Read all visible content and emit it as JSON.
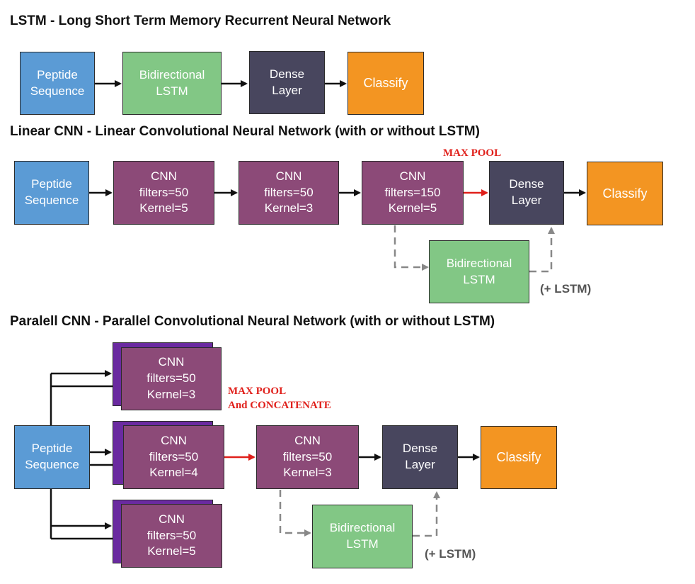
{
  "sections": {
    "lstm": {
      "title": "LSTM - Long Short Term Memory Recurrent Neural Network",
      "peptide": [
        "Peptide",
        "Sequence"
      ],
      "bilstm": [
        "Bidirectional",
        "LSTM"
      ],
      "dense": [
        "Dense",
        "Layer"
      ],
      "classify": "Classify"
    },
    "linear": {
      "title": "Linear CNN - Linear Convolutional Neural Network (with or without LSTM)",
      "peptide": [
        "Peptide",
        "Sequence"
      ],
      "cnn1": [
        "CNN",
        "filters=50",
        "Kernel=5"
      ],
      "cnn2": [
        "CNN",
        "filters=50",
        "Kernel=3"
      ],
      "cnn3": [
        "CNN",
        "filters=150",
        "Kernel=5"
      ],
      "maxpool": "MAX POOL",
      "dense": [
        "Dense",
        "Layer"
      ],
      "classify": "Classify",
      "bilstm": [
        "Bidirectional",
        "LSTM"
      ],
      "plus_lstm": "(+ LSTM)"
    },
    "parallel": {
      "title": "Paralell CNN - Parallel Convolutional Neural Network (with or without LSTM)",
      "peptide": [
        "Peptide",
        "Sequence"
      ],
      "cnn_a": [
        "CNN",
        "filters=50",
        "Kernel=3"
      ],
      "cnn_b": [
        "CNN",
        "filters=50",
        "Kernel=4"
      ],
      "cnn_c": [
        "CNN",
        "filters=50",
        "Kernel=5"
      ],
      "maxpool": [
        "MAX POOL",
        "And CONCATENATE"
      ],
      "cnn_merge": [
        "CNN",
        "filters=50",
        "Kernel=3"
      ],
      "dense": [
        "Dense",
        "Layer"
      ],
      "classify": "Classify",
      "bilstm": [
        "Bidirectional",
        "LSTM"
      ],
      "plus_lstm": "(+ LSTM)"
    }
  },
  "colors": {
    "input": "#5b9bd5",
    "lstm": "#82c785",
    "dense": "#48465e",
    "classify": "#f39522",
    "cnn": "#8c4a78",
    "cnn_stack": "#6a2aa0",
    "maxpool_text": "#e0201b",
    "optional_path": "#888888"
  }
}
